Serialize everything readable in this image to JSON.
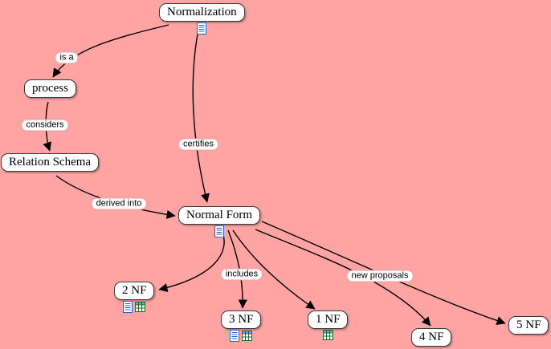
{
  "canvas": {
    "background_color": "#FFA3A3",
    "node_fill": "#FFFFFF",
    "node_border": "#3A3A3A",
    "label_border": "#EDA3A3",
    "edge_color": "#000000"
  },
  "nodes": [
    {
      "id": "normalization",
      "label": "Normalization",
      "icons": [
        "document"
      ]
    },
    {
      "id": "process",
      "label": "process",
      "icons": []
    },
    {
      "id": "relation-schema",
      "label": "Relation Schema",
      "icons": []
    },
    {
      "id": "normal-form",
      "label": "Normal Form",
      "icons": [
        "document"
      ]
    },
    {
      "id": "2nf",
      "label": "2 NF",
      "icons": [
        "document",
        "table"
      ]
    },
    {
      "id": "3nf",
      "label": "3 NF",
      "icons": [
        "document",
        "table"
      ]
    },
    {
      "id": "1nf",
      "label": "1 NF",
      "icons": [
        "table"
      ]
    },
    {
      "id": "4nf",
      "label": "4 NF",
      "icons": []
    },
    {
      "id": "5nf",
      "label": "5 NF",
      "icons": []
    }
  ],
  "links": [
    {
      "id": "is-a",
      "label": "is a"
    },
    {
      "id": "considers",
      "label": "considers"
    },
    {
      "id": "certifies",
      "label": "certifies"
    },
    {
      "id": "derived-into",
      "label": "derived into"
    },
    {
      "id": "includes",
      "label": "includes"
    },
    {
      "id": "new-proposals",
      "label": "new proposals"
    }
  ],
  "edges": [
    {
      "from": "normalization",
      "via": "is a",
      "to": "process"
    },
    {
      "from": "process",
      "via": "considers",
      "to": "relation-schema"
    },
    {
      "from": "normalization",
      "via": "certifies",
      "to": "normal-form"
    },
    {
      "from": "relation-schema",
      "via": "derived into",
      "to": "normal-form"
    },
    {
      "from": "normal-form",
      "via": "includes",
      "to": "2nf"
    },
    {
      "from": "normal-form",
      "via": "includes",
      "to": "3nf"
    },
    {
      "from": "normal-form",
      "via": "includes",
      "to": "1nf"
    },
    {
      "from": "normal-form",
      "via": "new proposals",
      "to": "4nf"
    },
    {
      "from": "normal-form",
      "via": "new proposals",
      "to": "5nf"
    }
  ]
}
